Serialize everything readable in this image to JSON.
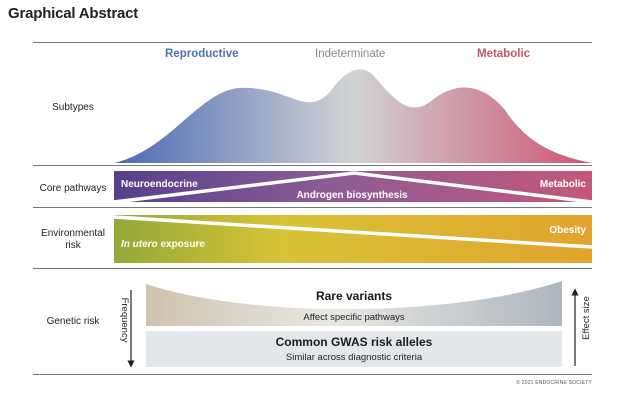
{
  "title": "Graphical Abstract",
  "subtypes": {
    "reproductive": "Reproductive",
    "indeterminate": "Indeterminate",
    "metabolic": "Metabolic",
    "colors": {
      "reproductive": "#4a72b0",
      "indeterminate": "#8a8a8a",
      "metabolic": "#c5566d"
    }
  },
  "rows": {
    "subtypes": "Subtypes",
    "core_pathways": "Core pathways",
    "environmental_risk_line1": "Environmental",
    "environmental_risk_line2": "risk",
    "genetic_risk": "Genetic risk"
  },
  "core_pathways": {
    "neuroendocrine": "Neuroendocrine",
    "androgen": "Androgen biosynthesis",
    "metabolic": "Metabolic"
  },
  "environmental": {
    "in_utero_em": "In utero",
    "in_utero_rest": " exposure",
    "obesity": "Obesity"
  },
  "genetic": {
    "rare_variants": "Rare variants",
    "affect_pathways": "Affect specific pathways",
    "gwas": "Common GWAS risk alleles",
    "similar": "Similar across diagnostic criteria",
    "frequency": "Frequency",
    "effect_size": "Effect size"
  },
  "copyright": "© 2021 ENDOCRINE SOCIETY"
}
